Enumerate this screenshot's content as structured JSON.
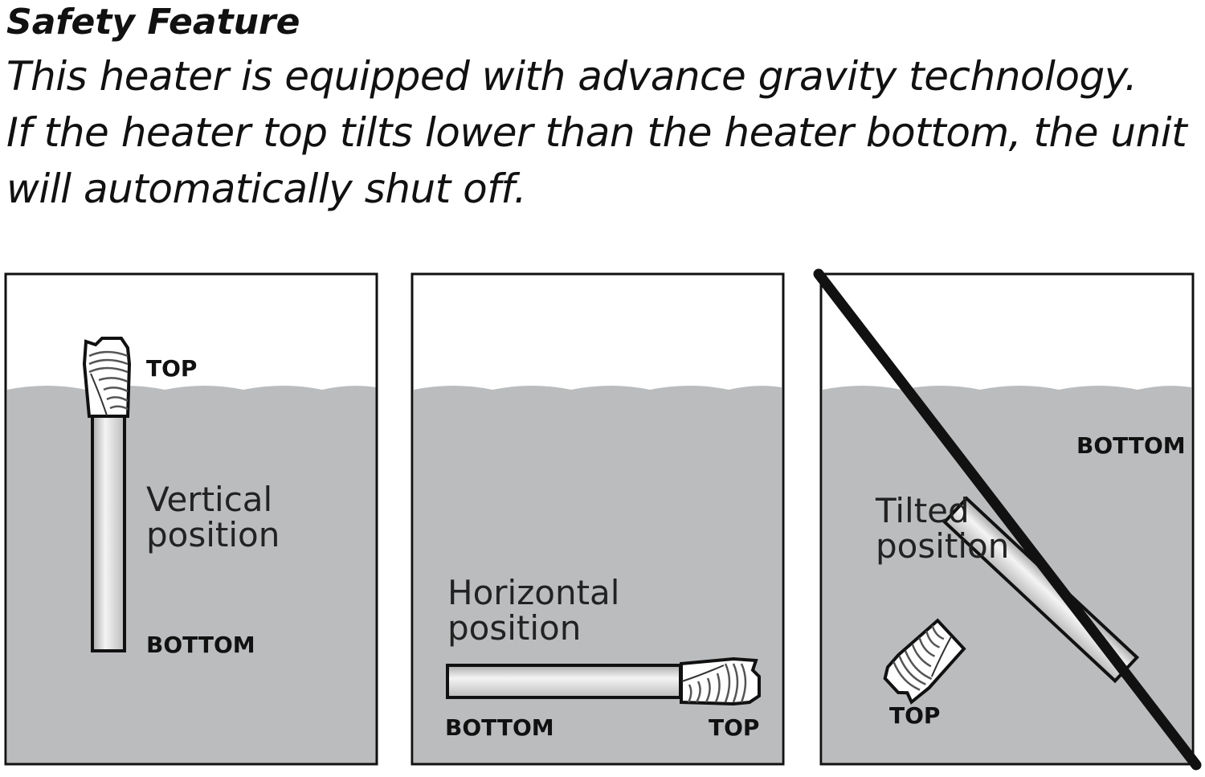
{
  "title": "Safety Feature",
  "description": [
    "This heater is equipped with advance gravity technology.",
    "If the heater top tilts lower than the heater bottom, the unit",
    "will automatically shut off."
  ],
  "panels": [
    {
      "caption": [
        "Vertical",
        "position"
      ],
      "top": "TOP",
      "bottom": "BOTTOM"
    },
    {
      "caption": [
        "Horizontal",
        "position"
      ],
      "top": "TOP",
      "bottom": "BOTTOM"
    },
    {
      "caption": [
        "Tilted",
        "position"
      ],
      "top": "TOP",
      "bottom": "BOTTOM",
      "crossed_out": true
    }
  ],
  "colors": {
    "water": "#bbbcbe",
    "line": "#111111"
  }
}
